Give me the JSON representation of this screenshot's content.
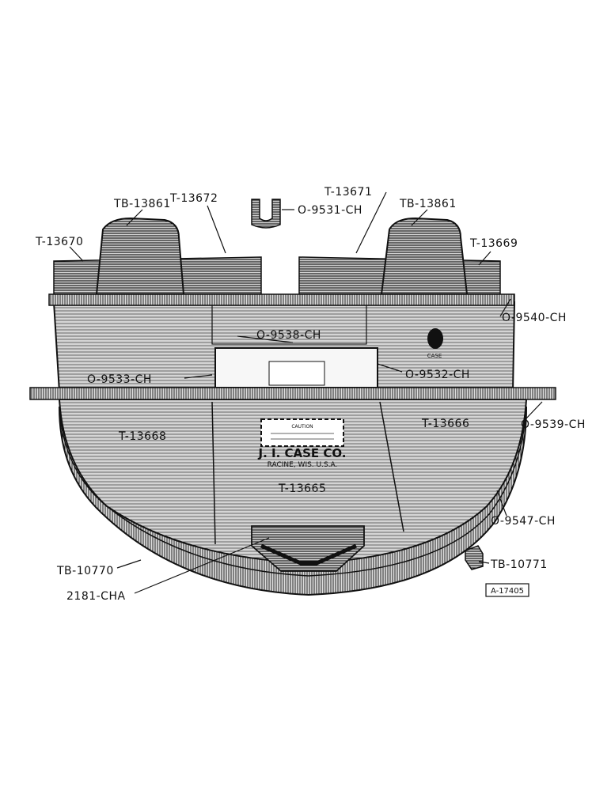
{
  "labels": {
    "tb13861_left": "TB-13861",
    "t13672": "T-13672",
    "o9531": "O-9531-CH",
    "t13671": "T-13671",
    "tb13861_right": "TB-13861",
    "t13670": "T-13670",
    "t13669": "T-13669",
    "o9540": "O-9540-CH",
    "o9538": "O-9538-CH",
    "o9533": "O-9533-CH",
    "o9532": "O-9532-CH",
    "o9539": "O-9539-CH",
    "t13668": "T-13668",
    "t13666": "T-13666",
    "t13665": "T-13665",
    "o9547": "O-9547-CH",
    "tb10770": "TB-10770",
    "tb10771": "TB-10771",
    "cha2181": "2181-CHA",
    "drawing_no": "A-17405"
  },
  "nameplate": {
    "company": "J. I. CASE CO.",
    "city": "RACINE, WIS. U.S.A.",
    "caution": "CAUTION"
  },
  "emblem": "CASE"
}
